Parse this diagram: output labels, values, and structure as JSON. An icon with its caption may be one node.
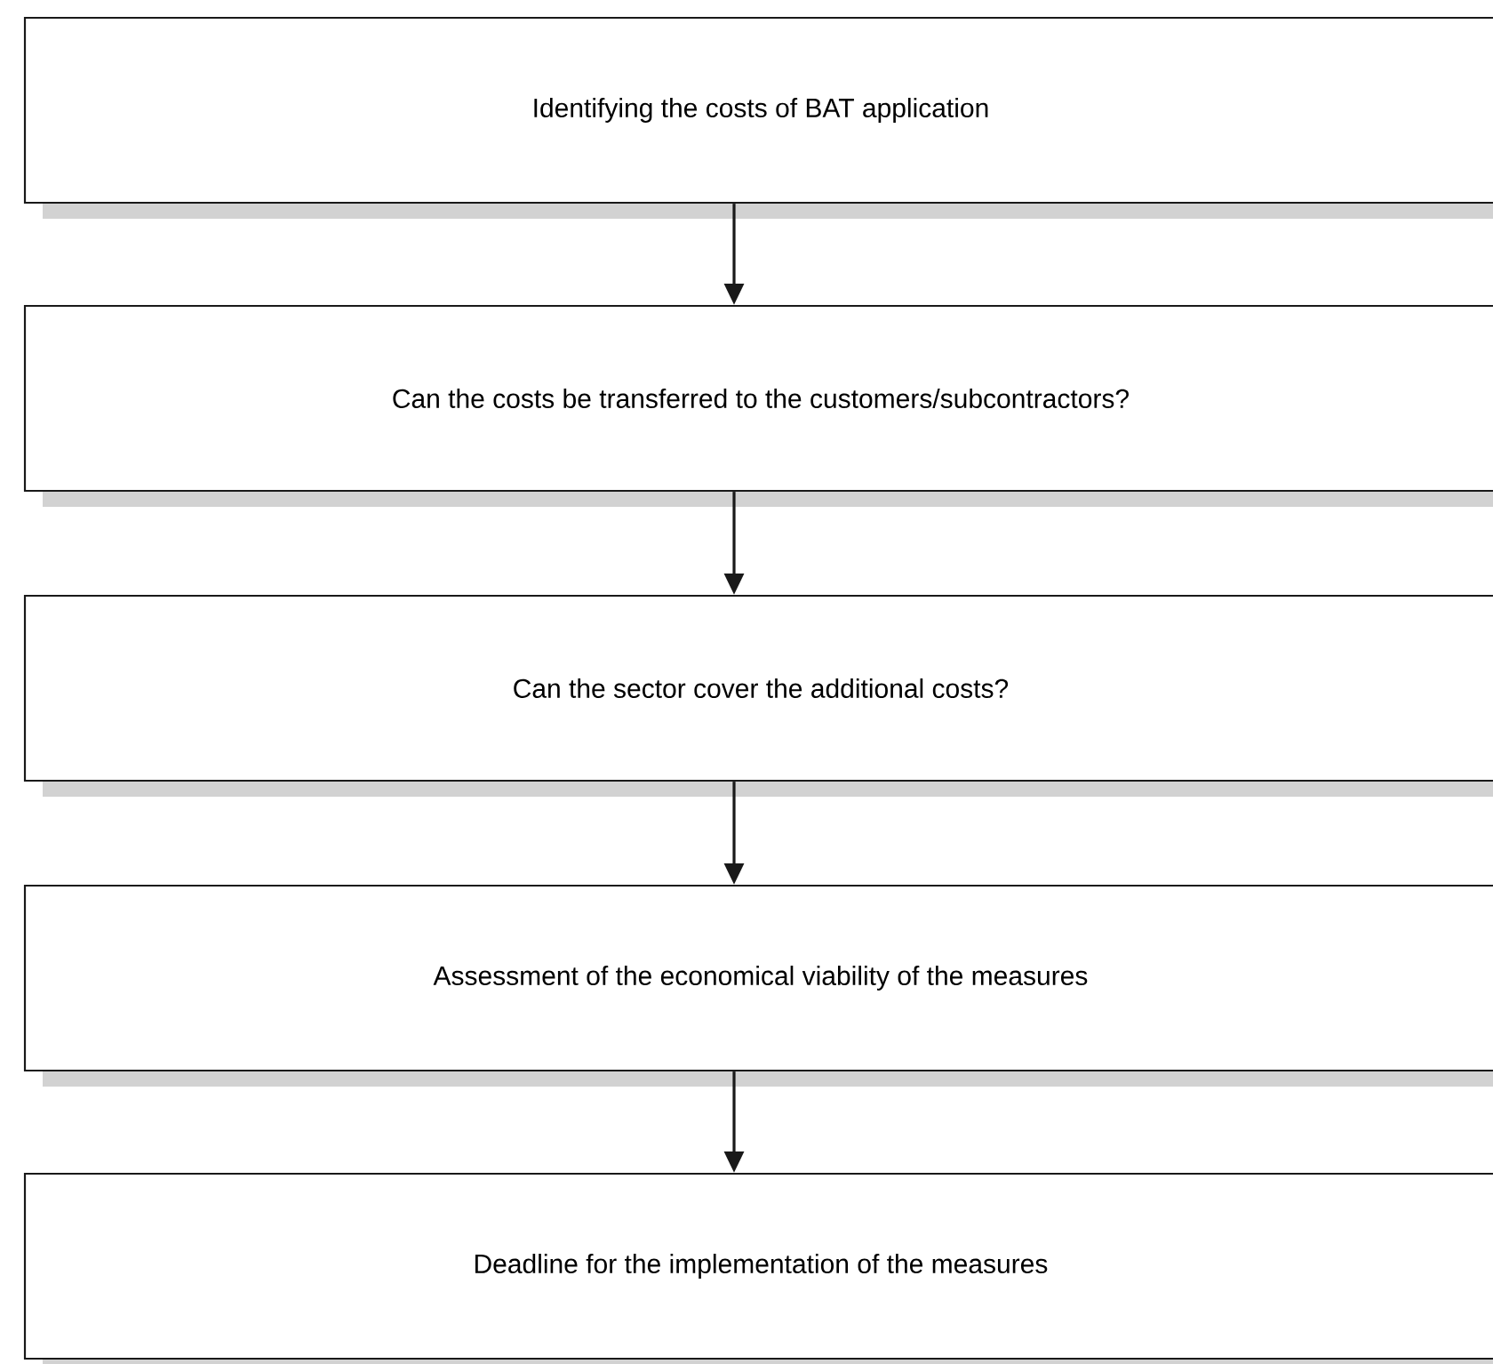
{
  "diagram": {
    "nodes": [
      {
        "text": [
          "Identifying the costs of BAT application"
        ]
      },
      {
        "text": [
          "Can the costs be transferred to the customers/subcontractors?"
        ]
      },
      {
        "text": [
          "Can the sector cover the additional costs?"
        ]
      },
      {
        "text": [
          "Assessment of the economical viability of the measures"
        ]
      },
      {
        "text": [
          "Deadline for the implementation of the measures"
        ]
      }
    ],
    "edges": [
      {
        "from": 0,
        "to": 1,
        "arrow": "to"
      },
      {
        "from": 1,
        "to": 2,
        "arrow": "to"
      },
      {
        "from": 2,
        "to": 3,
        "arrow": "to"
      },
      {
        "from": 3,
        "to": 4,
        "arrow": "to"
      }
    ]
  }
}
